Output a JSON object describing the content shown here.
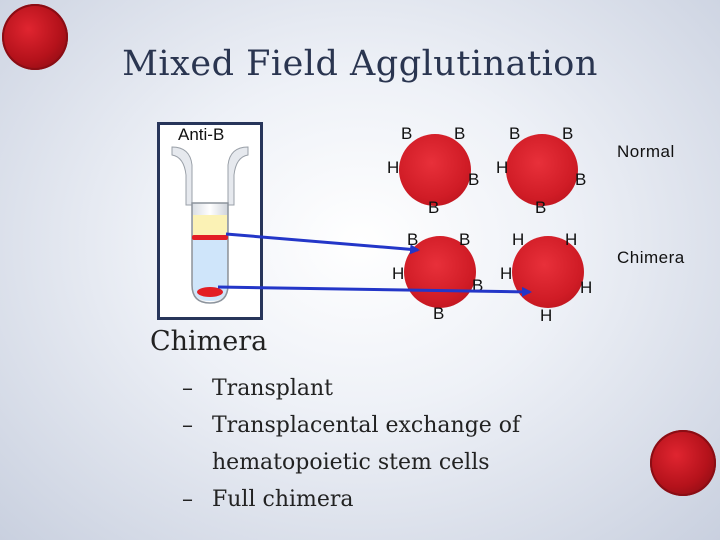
{
  "title": "Mixed Field Agglutination",
  "tube_label": "Anti-B",
  "row_labels": {
    "normal": "Normal",
    "chimera": "Chimera"
  },
  "cells": [
    {
      "row": "normal",
      "labels": [
        "B",
        "B",
        "H",
        "B",
        "B"
      ]
    },
    {
      "row": "normal",
      "labels": [
        "B",
        "B",
        "H",
        "B",
        "B"
      ]
    },
    {
      "row": "chimera",
      "labels": [
        "B",
        "B",
        "H",
        "B",
        "B"
      ]
    },
    {
      "row": "chimera",
      "labels": [
        "H",
        "H",
        "H",
        "H",
        "H"
      ]
    }
  ],
  "section_heading": "Chimera",
  "bullets": [
    {
      "dash": "–",
      "text": "Transplant"
    },
    {
      "dash": "–",
      "text": "Transplacental exchange of hematopoietic stem cells"
    },
    {
      "dash": "–",
      "text": "Full chimera"
    }
  ],
  "colors": {
    "cell_red": "#d01c26",
    "arrow_blue": "#2336c8",
    "frame": "#27355a"
  }
}
